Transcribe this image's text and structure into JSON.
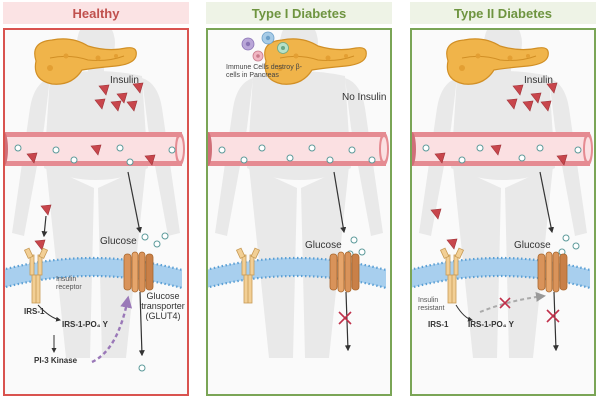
{
  "panels": [
    {
      "title": "Healthy",
      "insulin_label": "Insulin",
      "glucose_label": "Glucose",
      "receptor_label": "Insulin receptor",
      "irs1_label": "IRS-1",
      "irs1p_label": "IRS-1-PO₄ Y",
      "pi3k_label": "PI-3 Kinase",
      "transporter_label": "Glucose transporter (GLUT4)"
    },
    {
      "title": "Type I Diabetes",
      "immune_label": "Immune Cells destroy β-cells in Pancreas",
      "no_insulin_label": "No Insulin",
      "glucose_label": "Glucose"
    },
    {
      "title": "Type II Diabetes",
      "insulin_label": "Insulin",
      "glucose_label": "Glucose",
      "resistant_label": "Insulin resistant",
      "irs1_label": "IRS-1",
      "irs1p_label": "IRS-1-PO₄ Y"
    }
  ],
  "colors": {
    "healthy_header_bg": "#fbe3e4",
    "healthy_title": "#c0504d",
    "healthy_border": "#d9534f",
    "diabetes_header_bg": "#eef3e6",
    "diabetes_title": "#6e9440",
    "diabetes_border": "#7aa556",
    "vessel": "#e58b92",
    "membrane": "#a8cfee",
    "insulin": "#c8464c",
    "glut4": "#d9935a",
    "pancreas": "#f0b44a",
    "block_x": "#c0304a",
    "pathway_arrow": "#9a78b8"
  }
}
